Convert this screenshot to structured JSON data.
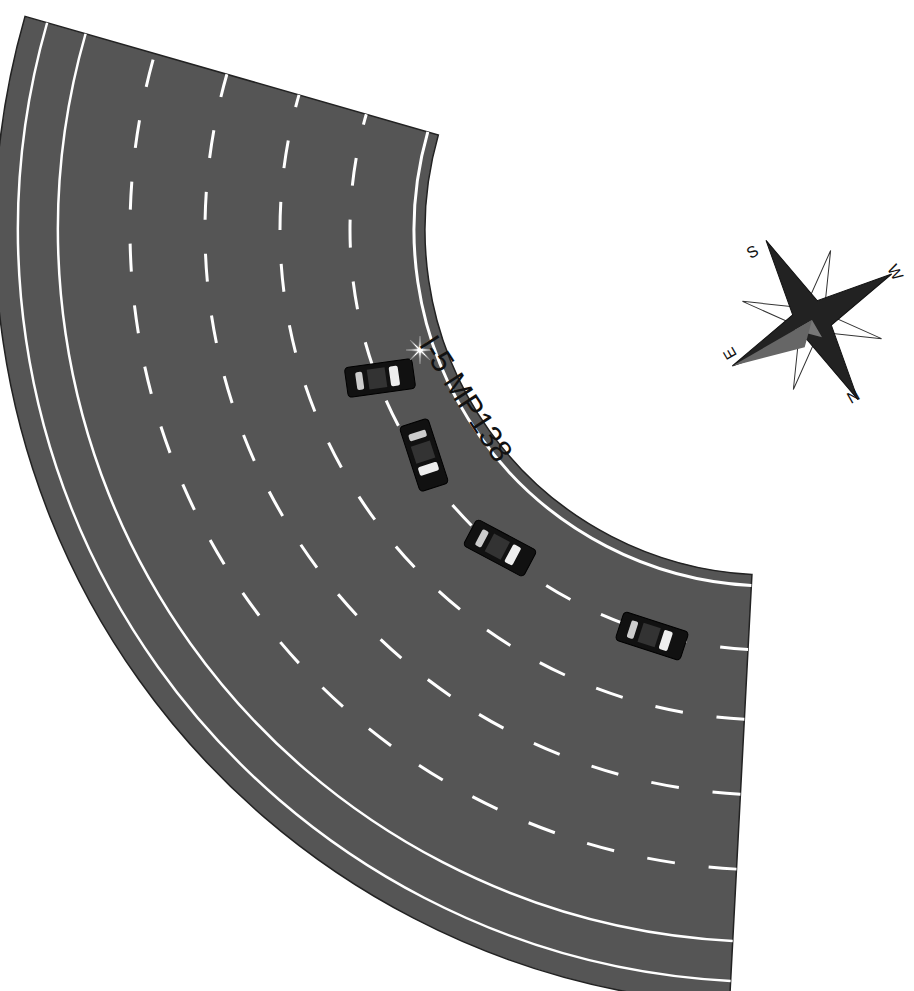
{
  "diagram": {
    "labels": [
      "I-5 MP138",
      "S",
      "W",
      "E",
      "N"
    ]
  }
}
